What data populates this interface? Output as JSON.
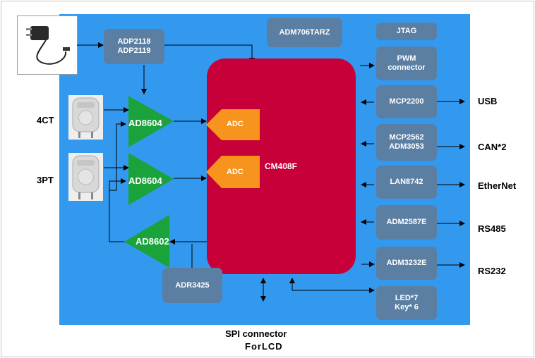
{
  "blocks": {
    "adp": {
      "line1": "ADP2118",
      "line2": "ADP2119"
    },
    "adm706": "ADM706TARZ",
    "jtag": "JTAG",
    "pwm": {
      "line1": "PWM",
      "line2": "connector"
    },
    "mcp2200": "MCP2200",
    "can_xcvr": {
      "line1": "MCP2562",
      "line2": "ADM3053"
    },
    "lan": "LAN8742",
    "adm2587": "ADM2587E",
    "adm3232": "ADM3232E",
    "led": {
      "line1": "LED*7",
      "line2": "Key* 6"
    },
    "adr": "ADR3425",
    "mcu": "CM408F",
    "adc1": "ADC",
    "adc2": "ADC",
    "amp1": "AD8604",
    "amp2": "AD8604",
    "amp3": "AD8602"
  },
  "outputs": {
    "usb": "USB",
    "can": "CAN*2",
    "ethernet": "EtherNet",
    "rs485": "RS485",
    "rs232": "RS232"
  },
  "inputs": {
    "ct": "4CT",
    "pt": "3PT"
  },
  "footer": {
    "line1": "SPI connector",
    "line2": "ForLCD"
  },
  "colors": {
    "board": "#3399ef",
    "block": "#5b7ea3",
    "mcu": "#c8003a",
    "adc": "#f7941d",
    "amp": "#1aa33b"
  }
}
